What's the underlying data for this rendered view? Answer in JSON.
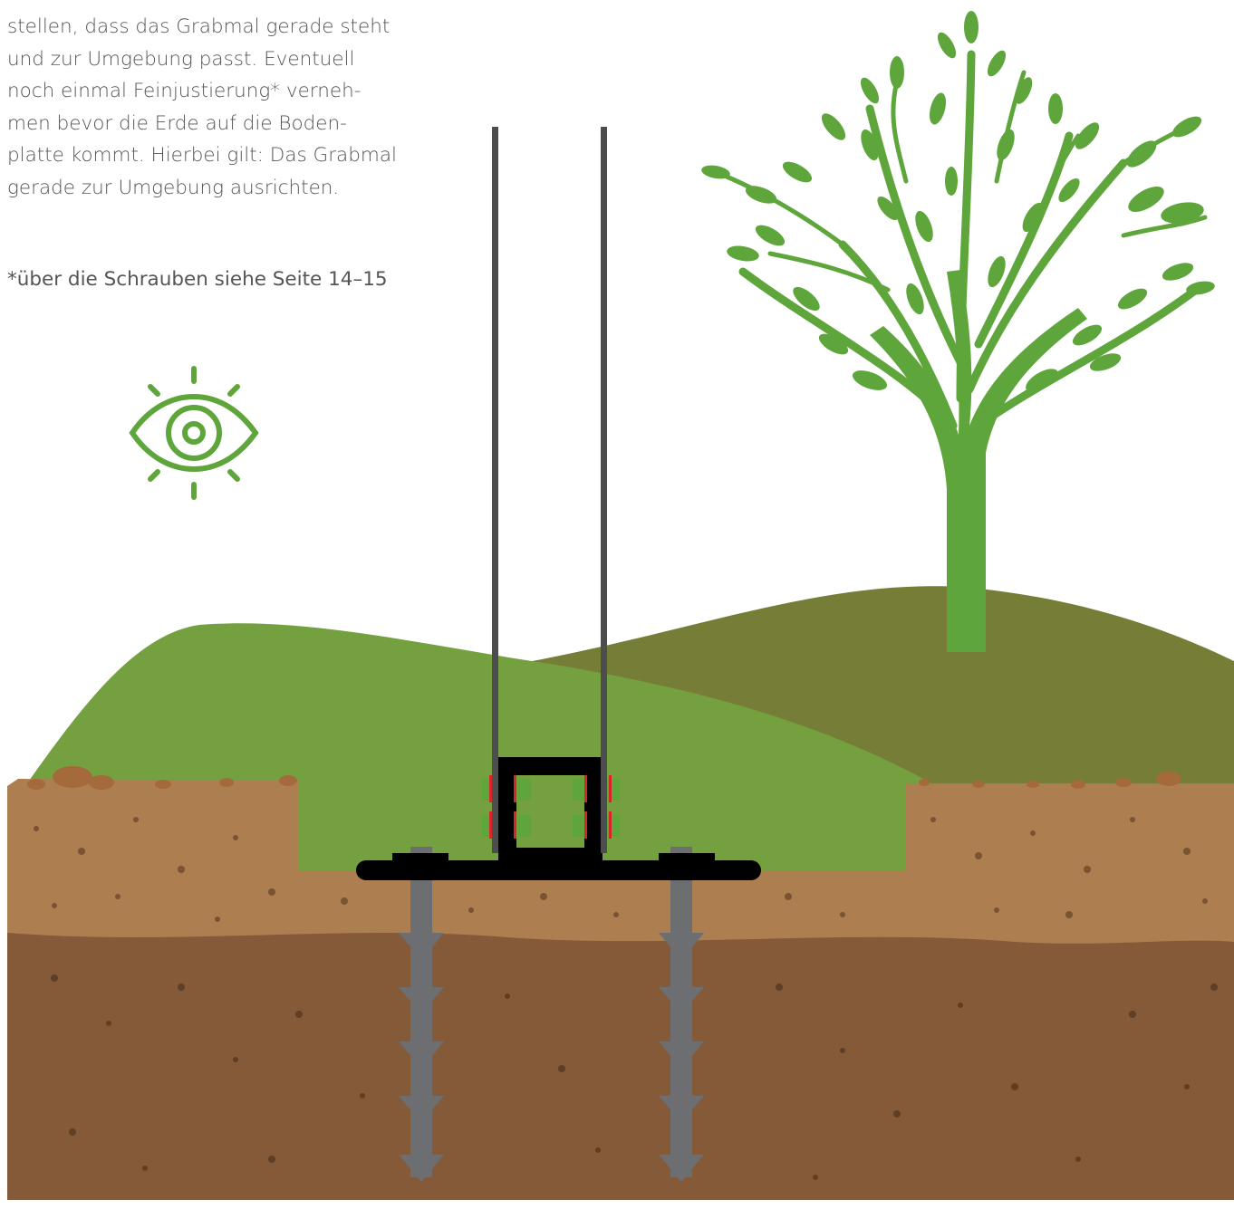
{
  "instructions": {
    "lines": [
      "stellen, dass das Grabmal gerade steht",
      "und zur Umgebung passt. Eventuell",
      "noch einmal Feinjustierung* verneh-",
      "men bevor die Erde auf die Boden-",
      "platte kommt. Hierbei gilt: Das Grabmal",
      "gerade zur Umgebung ausrichten."
    ],
    "footnote": "*über die Schrauben siehe Seite 14–15"
  },
  "icons": {
    "eye": "eye-icon",
    "tree": "tree-illustration"
  },
  "colors": {
    "green": "#5ea63b",
    "hill_light": "#74a03f",
    "hill_dark": "#767d36",
    "soil_top": "#ad7e4f",
    "soil_deep": "#855a38",
    "steel": "#6d6e71",
    "plate": "#000000",
    "text": "#555555"
  }
}
